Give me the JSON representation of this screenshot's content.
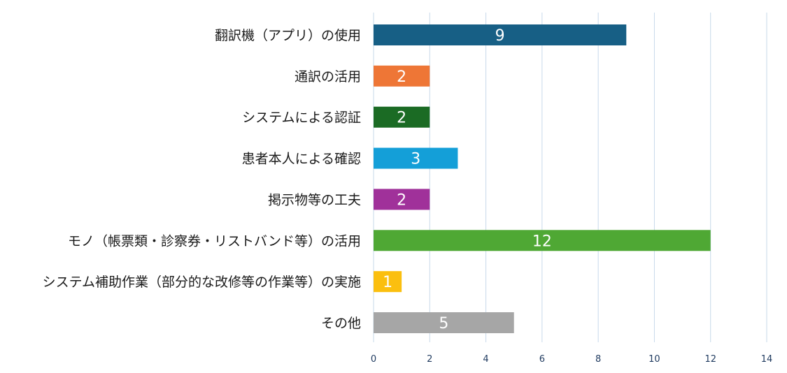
{
  "chart_data": {
    "type": "bar",
    "orientation": "horizontal",
    "categories": [
      "翻訳機（アプリ）の使用",
      "通訳の活用",
      "システムによる認証",
      "患者本人による確認",
      "掲示物等の工夫",
      "モノ（帳票類・診察券・リストバンド等）の活用",
      "システム補助作業（部分的な改修等の作業等）の実施",
      "その他"
    ],
    "values": [
      9,
      2,
      2,
      3,
      2,
      12,
      1,
      5
    ],
    "colors": [
      "#175f85",
      "#ee7636",
      "#1b6b24",
      "#149fd8",
      "#a0319a",
      "#4fa834",
      "#fbbf0f",
      "#a6a6a6"
    ],
    "xlim": [
      0,
      14
    ],
    "xticks": [
      0,
      2,
      4,
      6,
      8,
      10,
      12,
      14
    ],
    "grid": true,
    "data_labels": true,
    "title": "",
    "xlabel": "",
    "ylabel": ""
  }
}
